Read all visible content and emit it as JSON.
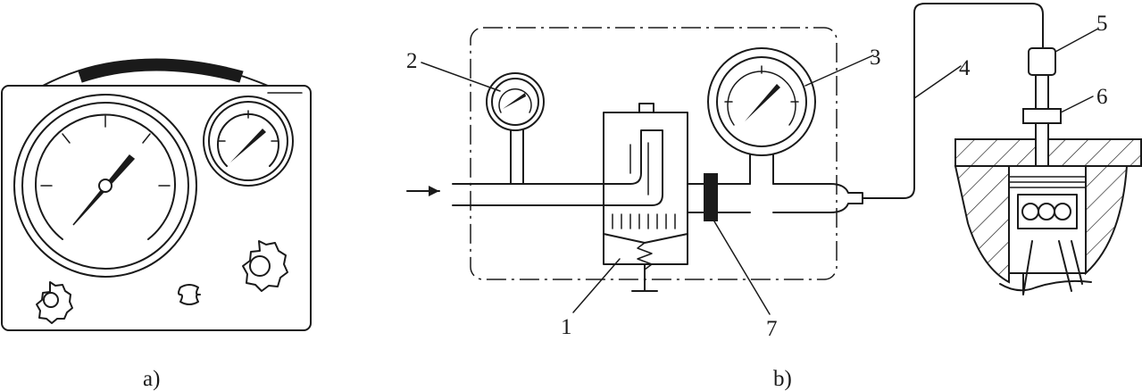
{
  "captions": {
    "a": "a)",
    "b": "b)"
  },
  "callouts": {
    "c1": "1",
    "c2": "2",
    "c3": "3",
    "c4": "4",
    "c5": "5",
    "c6": "6",
    "c7": "7"
  },
  "colors": {
    "ink": "#1a1a1a",
    "background": "#ffffff"
  }
}
